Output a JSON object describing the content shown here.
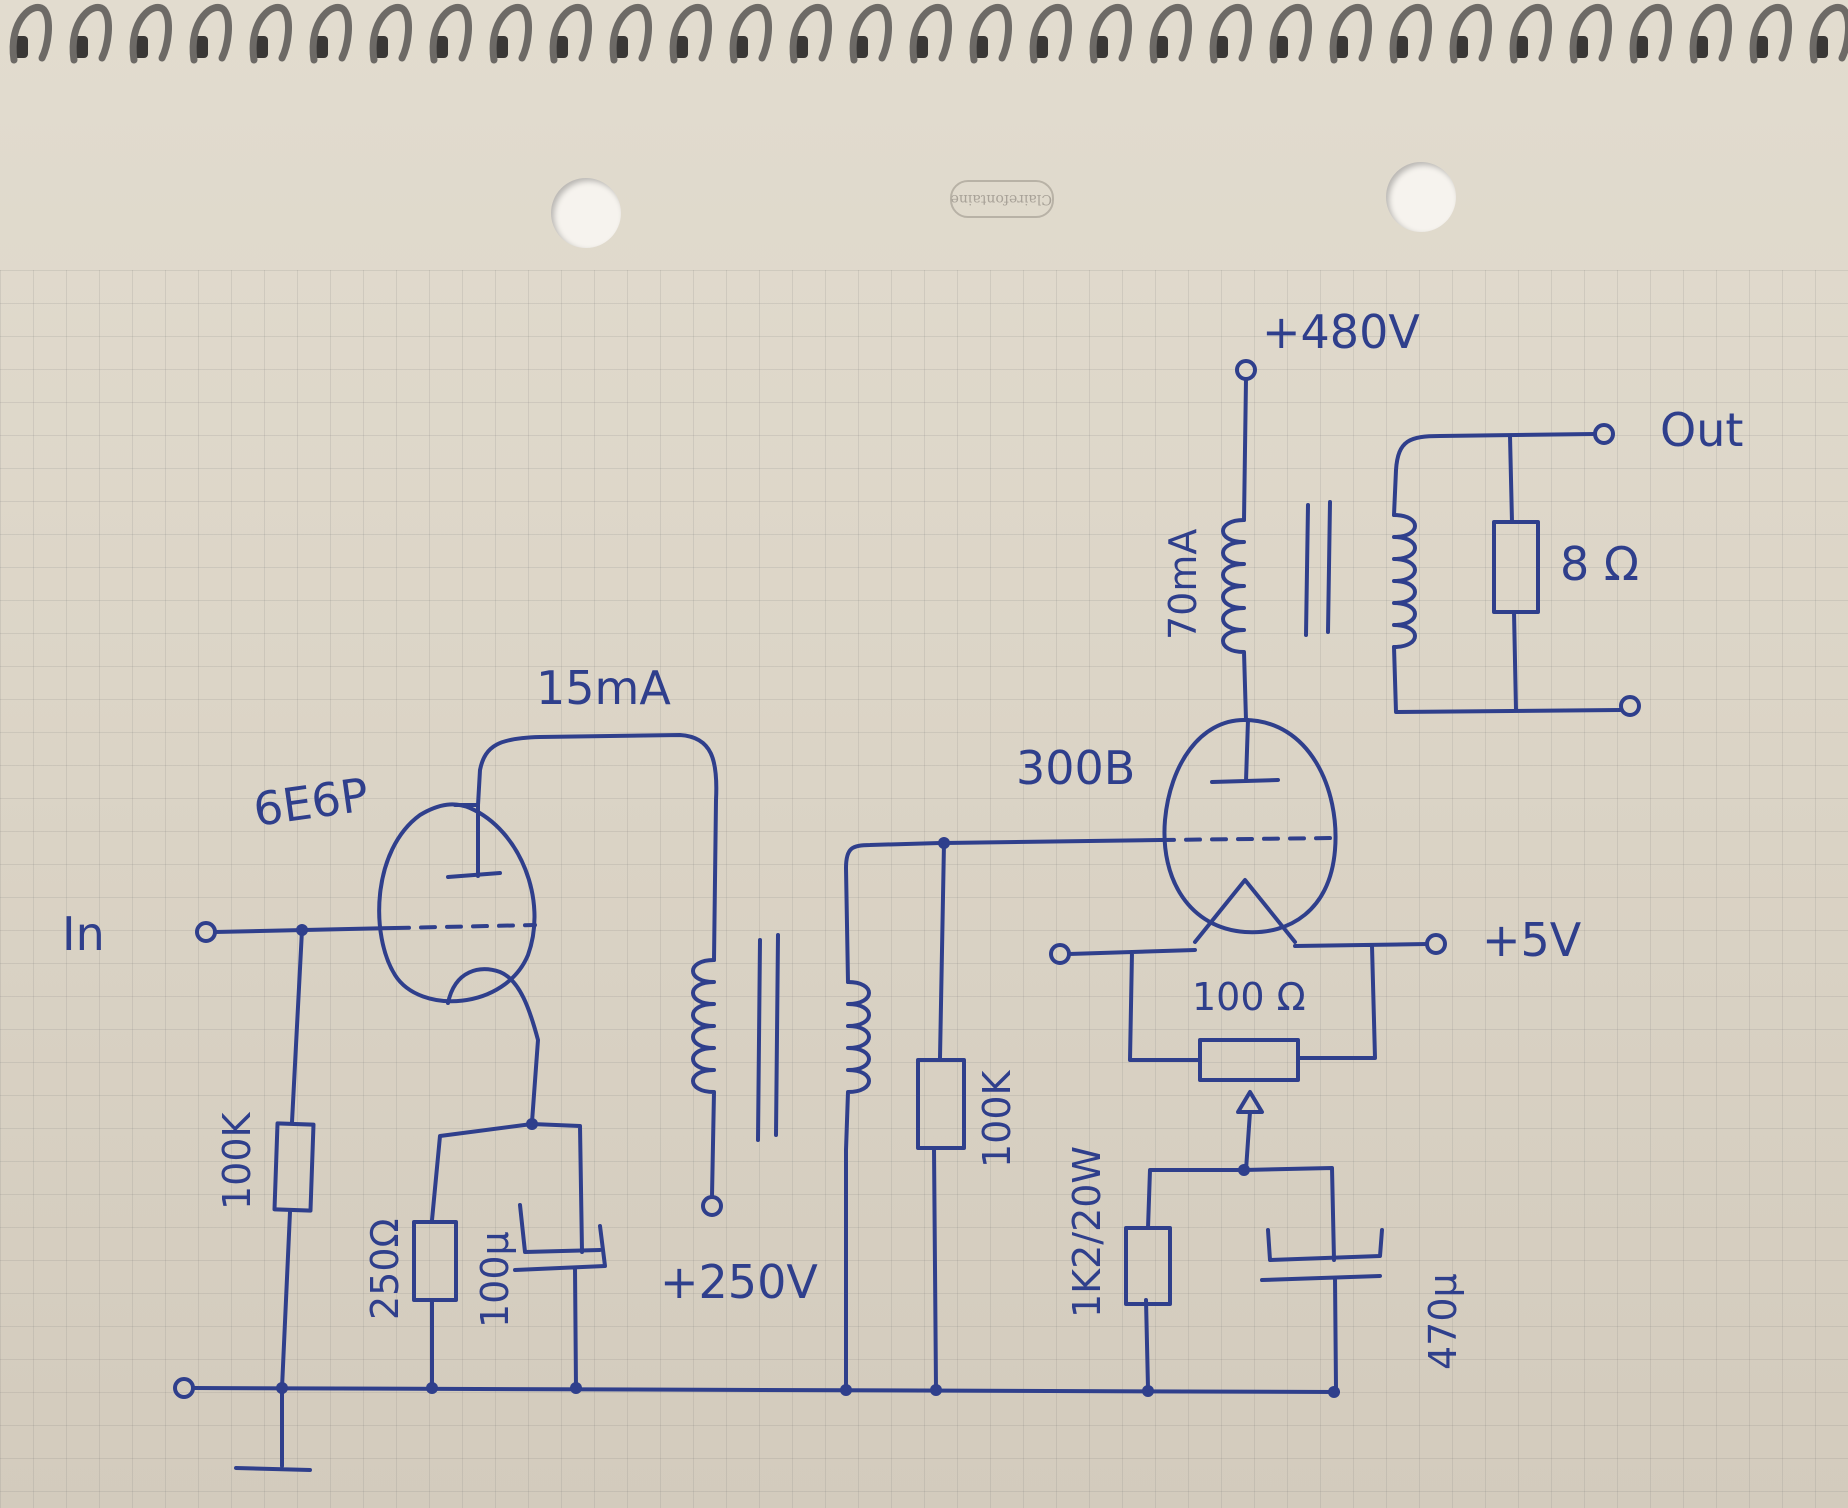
{
  "notebook": {
    "brand": "Clairefontaine"
  },
  "labels": {
    "input": "In",
    "tube1": "6E6P",
    "current1": "15mA",
    "r_grid1": "100K",
    "r_cathode1": "250Ω",
    "c_cathode1": "100μ",
    "supply1": "+250V",
    "r_grid2": "100K",
    "tube2": "300B",
    "supply2": "+480V",
    "current2": "70mA",
    "output": "Out",
    "load": "8 Ω",
    "filament": "+5V",
    "hum_pot": "100 Ω",
    "r_cathode2": "1K2/20W",
    "c_cathode2": "470μ"
  },
  "colors": {
    "ink": "#2f3f8c",
    "paper": "#dcd5c7"
  }
}
